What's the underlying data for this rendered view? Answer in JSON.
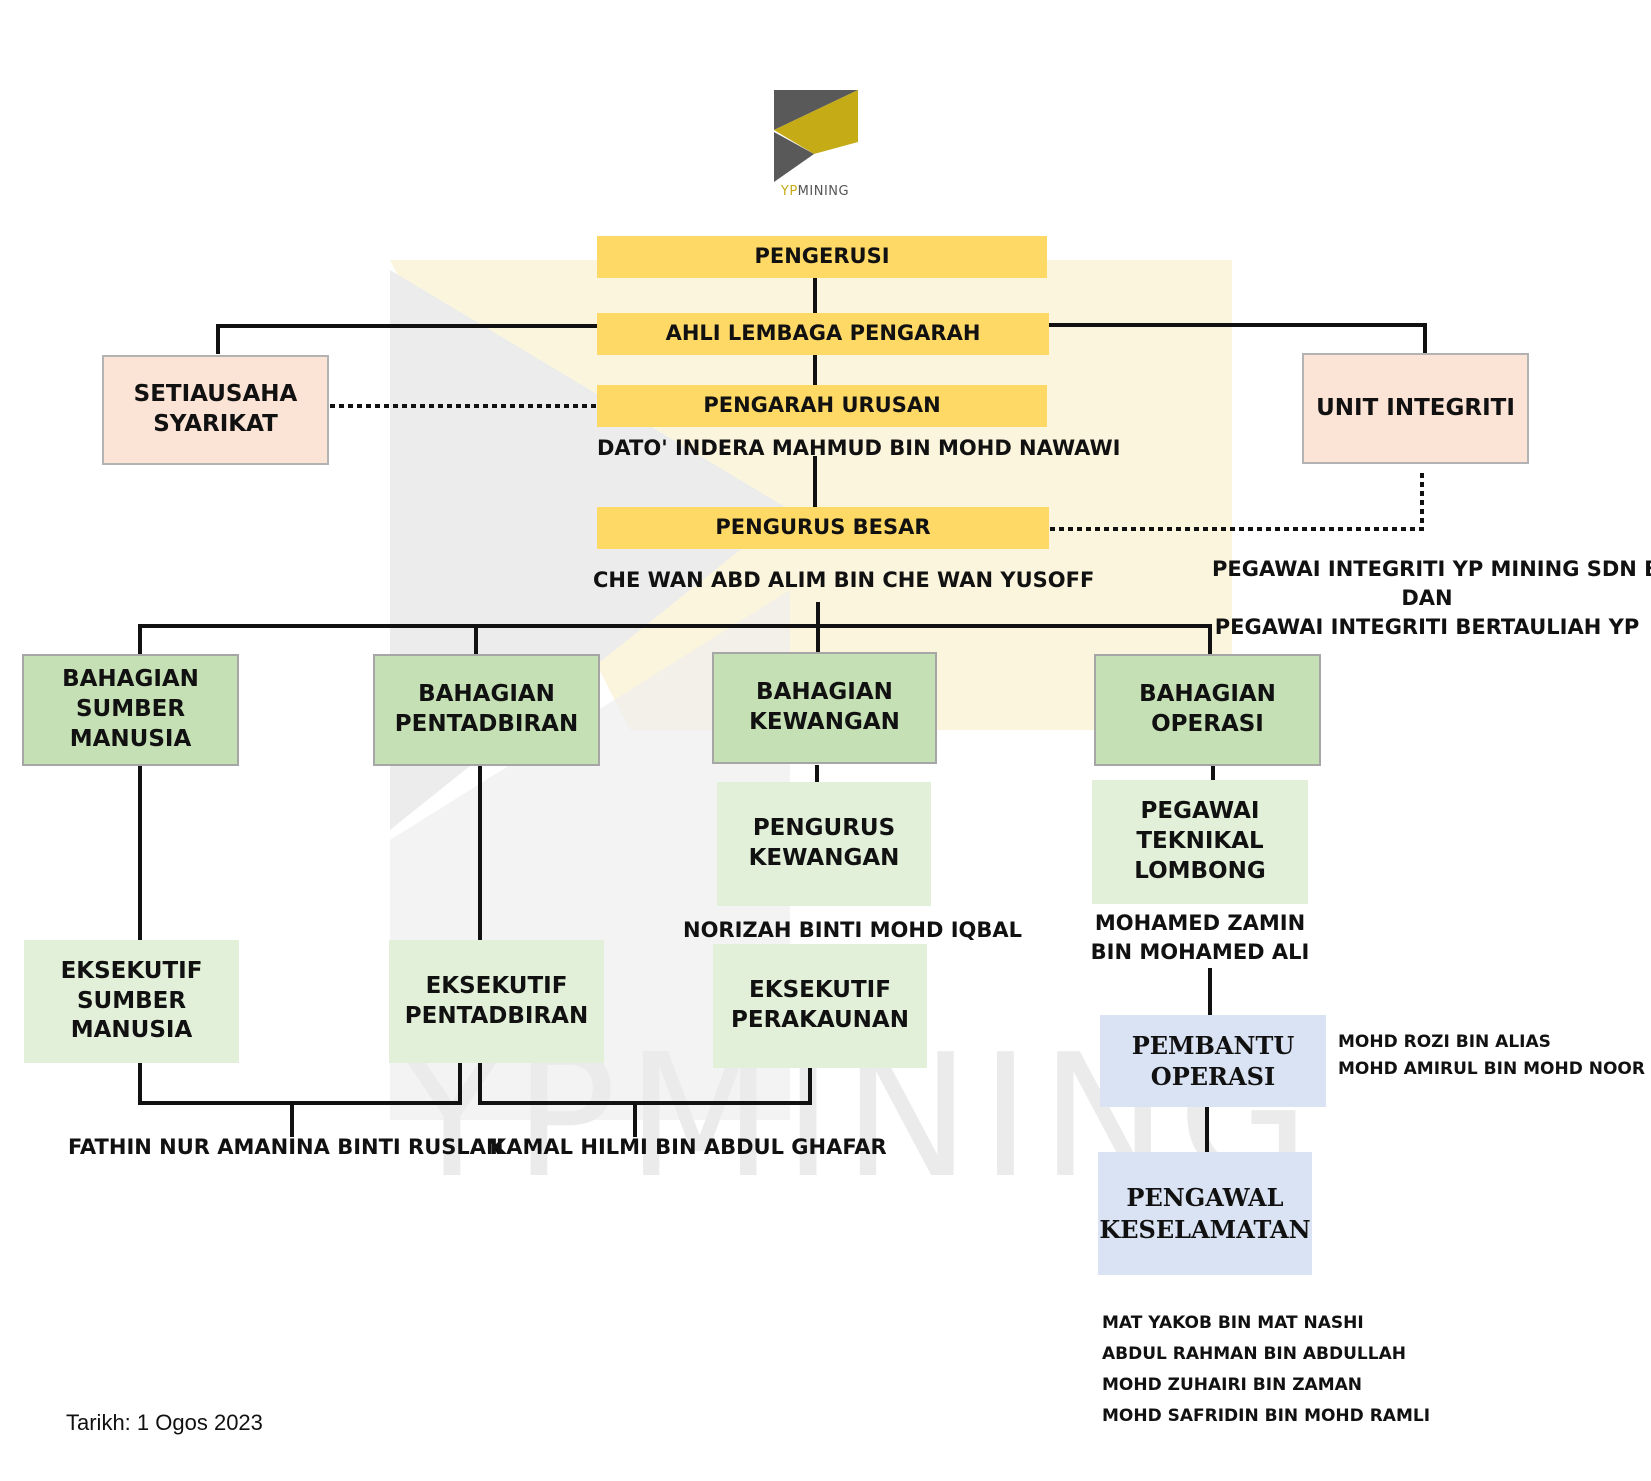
{
  "logo": {
    "brand_prefix": "YP",
    "brand_suffix": "MINING"
  },
  "watermark": {
    "text": "YPMINING"
  },
  "nodes": {
    "pengerusi": "PENGERUSI",
    "ahli_lembaga": "AHLI LEMBAGA PENGARAH",
    "pengarah_urusan": "PENGARAH URUSAN",
    "pengurus_besar": "PENGURUS BESAR",
    "setiausaha": [
      "SETIAUSAHA",
      "SYARIKAT"
    ],
    "unit_integriti": "UNIT INTEGRITI",
    "bahagian_sumber_manusia": [
      "BAHAGIAN",
      "SUMBER",
      "MANUSIA"
    ],
    "bahagian_pentadbiran": [
      "BAHAGIAN",
      "PENTADBIRAN"
    ],
    "bahagian_kewangan": [
      "BAHAGIAN",
      "KEWANGAN"
    ],
    "bahagian_operasi": [
      "BAHAGIAN",
      "OPERASI"
    ],
    "pengurus_kewangan": [
      "PENGURUS",
      "KEWANGAN"
    ],
    "pegawai_teknikal": [
      "PEGAWAI",
      "TEKNIKAL",
      "LOMBONG"
    ],
    "eksekutif_sumber_manusia": [
      "EKSEKUTIF",
      "SUMBER",
      "MANUSIA"
    ],
    "eksekutif_pentadbiran": [
      "EKSEKUTIF",
      "PENTADBIRAN"
    ],
    "eksekutif_perakaunan": [
      "EKSEKUTIF",
      "PERAKAUNAN"
    ],
    "pembantu_operasi": [
      "PEMBANTU",
      "OPERASI"
    ],
    "pengawal_keselamatan": [
      "PENGAWAL",
      "KESELAMATAN"
    ]
  },
  "people": {
    "pengarah_urusan": "DATO' INDERA MAHMUD BIN MOHD NAWAWI",
    "pengurus_besar": "CHE WAN ABD ALIM BIN CHE WAN YUSOFF",
    "integriti": [
      "PEGAWAI INTEGRITI YP MINING SDN BHD",
      "DAN",
      "PEGAWAI INTEGRITI BERTAULIAH YP"
    ],
    "pengurus_kewangan": "NORIZAH BINTI MOHD IQBAL",
    "pegawai_teknikal": [
      "MOHAMED ZAMIN",
      "BIN MOHAMED ALI"
    ],
    "pembantu_operasi": [
      "MOHD ROZI BIN ALIAS",
      "MOHD AMIRUL BIN MOHD NOOR"
    ],
    "eksekutif_sm_pentadbiran": "FATHIN NUR AMANINA BINTI RUSLAN",
    "eksekutif_pentadbiran_perakaunan": "KAMAL HILMI BIN ABDUL GHAFAR",
    "pengawal_keselamatan": [
      "MAT YAKOB BIN MAT NASHI",
      "ABDUL RAHMAN BIN ABDULLAH",
      "MOHD ZUHAIRI BIN ZAMAN",
      "MOHD SAFRIDIN BIN MOHD RAMLI"
    ]
  },
  "footer": {
    "date": "Tarikh: 1 Ogos 2023"
  },
  "colors": {
    "yellow": "#ffd966",
    "peach": "#fbe3d6",
    "green": "#c5e0b4",
    "light_green": "#e2f0d9",
    "blue": "#dae3f3",
    "logo_gold": "#c5ab16",
    "logo_gray": "#595959"
  }
}
